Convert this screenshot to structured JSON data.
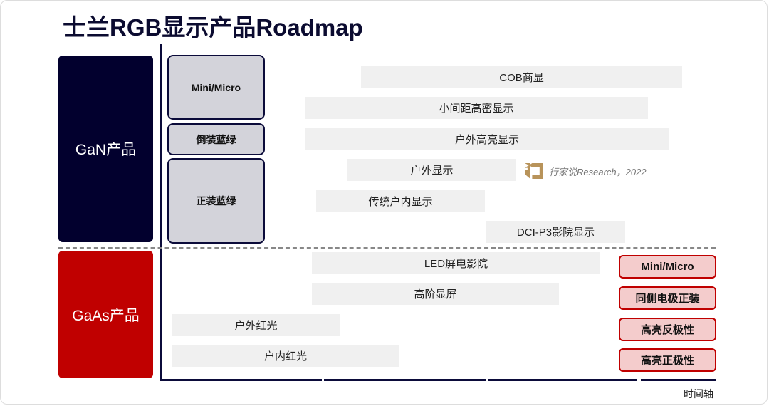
{
  "title": "士兰RGB显示产品Roadmap",
  "categories": {
    "gan": "GaN产品",
    "gaas": "GaAs产品"
  },
  "gan_tech": [
    "Mini/Micro",
    "倒装蓝绿",
    "正装蓝绿"
  ],
  "gan_apps": [
    "COB商显",
    "小间距高密显示",
    "户外高亮显示",
    "户外显示",
    "传统户内显示",
    "DCI-P3影院显示"
  ],
  "gaas_apps": [
    "LED屏电影院",
    "高阶显屏",
    "户外红光",
    "户内红光"
  ],
  "gaas_tech": [
    "Mini/Micro",
    "同侧电极正装",
    "高亮反极性",
    "高亮正极性"
  ],
  "watermark": "行家说Research，2022",
  "axis_label": "时间轴"
}
